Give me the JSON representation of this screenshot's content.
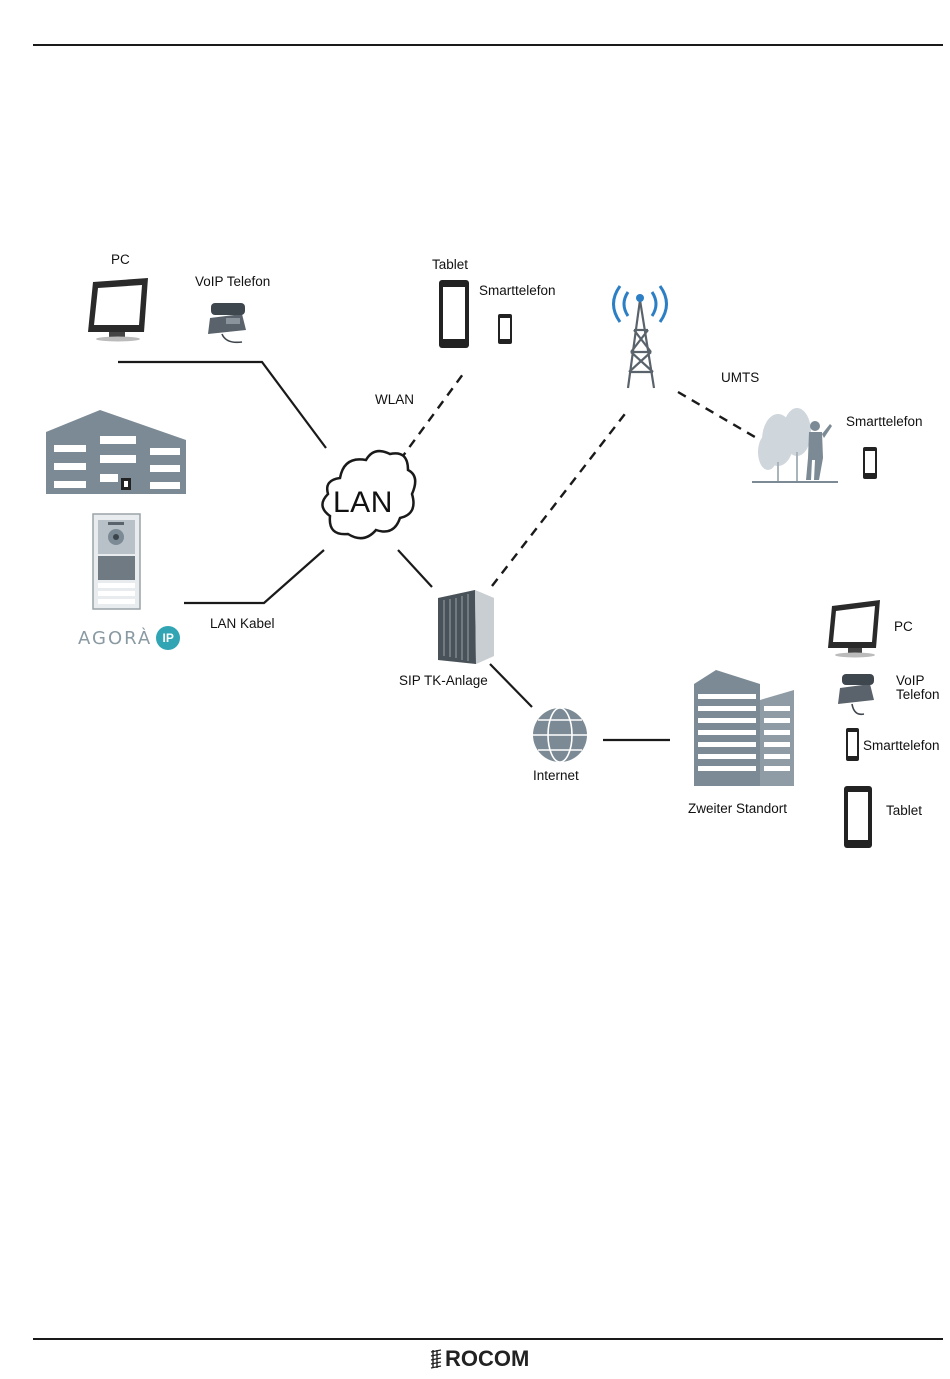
{
  "diagram": {
    "labels": {
      "pc_top": "PC",
      "voip_top": "VoIP Telefon",
      "tablet_top": "Tablet",
      "smartphone_top": "Smarttelefon",
      "wlan": "WLAN",
      "umts": "UMTS",
      "smartphone_umts": "Smarttelefon",
      "lan": "LAN",
      "lan_cable": "LAN Kabel",
      "sip_pbx": "SIP TK-Anlage",
      "internet": "Internet",
      "second_site": "Zweiter Standort",
      "pc_right": "PC",
      "voip_right": "VoIP Telefon",
      "smartphone_right": "Smarttelefon",
      "tablet_right": "Tablet"
    },
    "logo": {
      "word": "AGORÀ",
      "badge": "IP"
    }
  },
  "footer": {
    "brand": "ROCOM"
  },
  "colors": {
    "icon_gray": "#7b8a94",
    "accent_teal": "#31a5b3",
    "line": "#1a1a1a"
  }
}
